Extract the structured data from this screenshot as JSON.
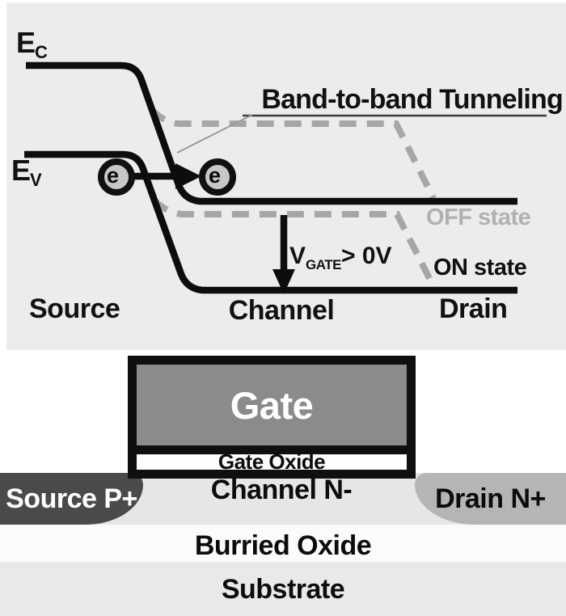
{
  "band_diagram": {
    "ec_label": "E",
    "ec_sub": "C",
    "ev_label": "E",
    "ev_sub": "V",
    "title": "Band-to-band Tunneling",
    "off_state": "OFF state",
    "on_state": "ON state",
    "vgate_main": "V",
    "vgate_sub": "GATE",
    "vgate_rest": "> 0V",
    "electron": "e",
    "source": "Source",
    "channel": "Channel",
    "drain": "Drain",
    "colors": {
      "panel_bg": "#ececec",
      "solid_band_line": "#0d0d0d",
      "off_dashed_line": "#a6a6a6",
      "off_text": "#b1b1b1",
      "electron_fill": "#c7c7c7"
    }
  },
  "device_diagram": {
    "gate": "Gate",
    "gate_oxide": "Gate Oxide",
    "source": "Source P+",
    "channel": "Channel N-",
    "drain": "Drain N+",
    "buried_oxide": "Burried Oxide",
    "substrate": "Substrate",
    "colors": {
      "gate_fill": "#8b8b8b",
      "source_fill": "#4a4a4a",
      "drain_fill": "#b5b5b5",
      "body_fill": "#e6e6e6",
      "buried_oxide_fill": "#fbfbfb",
      "substrate_fill": "#e9e9e9"
    }
  }
}
